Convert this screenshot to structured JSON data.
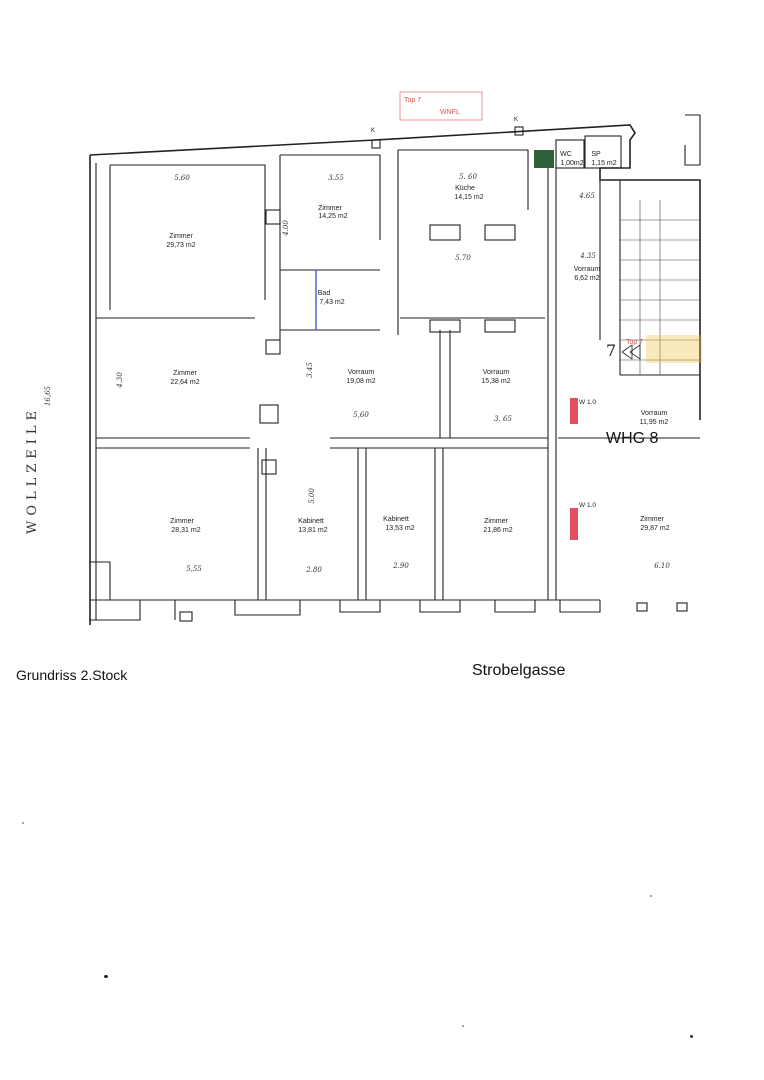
{
  "captions": {
    "floor": "Grundriss 2.Stock",
    "street_bottom": "Strobelgasse"
  },
  "street_left": {
    "name": "WOLLZEILE",
    "measure": "16,65"
  },
  "top_stamp": {
    "line1": "Top 7",
    "line2": "WNFL"
  },
  "unit_label": "WHG   8",
  "rooms": [
    {
      "name": "Zimmer",
      "area": "29,73 m2"
    },
    {
      "name": "Zimmer",
      "area": "14,25 m2"
    },
    {
      "name": "Küche",
      "area": "14,15 m2"
    },
    {
      "name": "WC",
      "area": "1,00m2"
    },
    {
      "name": "SP",
      "area": "1,15 m2"
    },
    {
      "name": "Bad",
      "area": "7,43 m2"
    },
    {
      "name": "Vorraum",
      "area": "6,62 m2"
    },
    {
      "name": "Zimmer",
      "area": "22,64 m2"
    },
    {
      "name": "Vorraum",
      "area": "19,08 m2"
    },
    {
      "name": "Vorraum",
      "area": "15,38 m2"
    },
    {
      "name": "Vorraum",
      "area": "11,95 m2"
    },
    {
      "name": "Zimmer",
      "area": "28,31 m2"
    },
    {
      "name": "Kabinett",
      "area": "13,81 m2"
    },
    {
      "name": "Kabinett",
      "area": "13,53 m2"
    },
    {
      "name": "Zimmer",
      "area": "21,86 m2"
    },
    {
      "name": "Zimmer",
      "area": "29,87 m2"
    }
  ],
  "dimensions": {
    "d1": "5.60",
    "d2": "3.55",
    "d3": "5. 60",
    "d4": "5.70",
    "d5": "5,60",
    "d6": "3. 65",
    "d7": "4.35",
    "d8": "4.65",
    "d9": "5,55",
    "d10": "2.80",
    "d11": "2.90",
    "d12": "6.10",
    "d13": "4.30",
    "d14": "3.45",
    "d15": "5.00",
    "d16": "4.00"
  },
  "marks": {
    "w10a": "W 1.0",
    "w10b": "W 1.0",
    "top7b": "Top 7",
    "seven": "7",
    "k1": "K",
    "k2": "K"
  },
  "colors": {
    "stamp": "#d9534f",
    "highlight": "#f0c040",
    "wall_marker": "#e05060",
    "bath_line": "#3a5fcd"
  }
}
